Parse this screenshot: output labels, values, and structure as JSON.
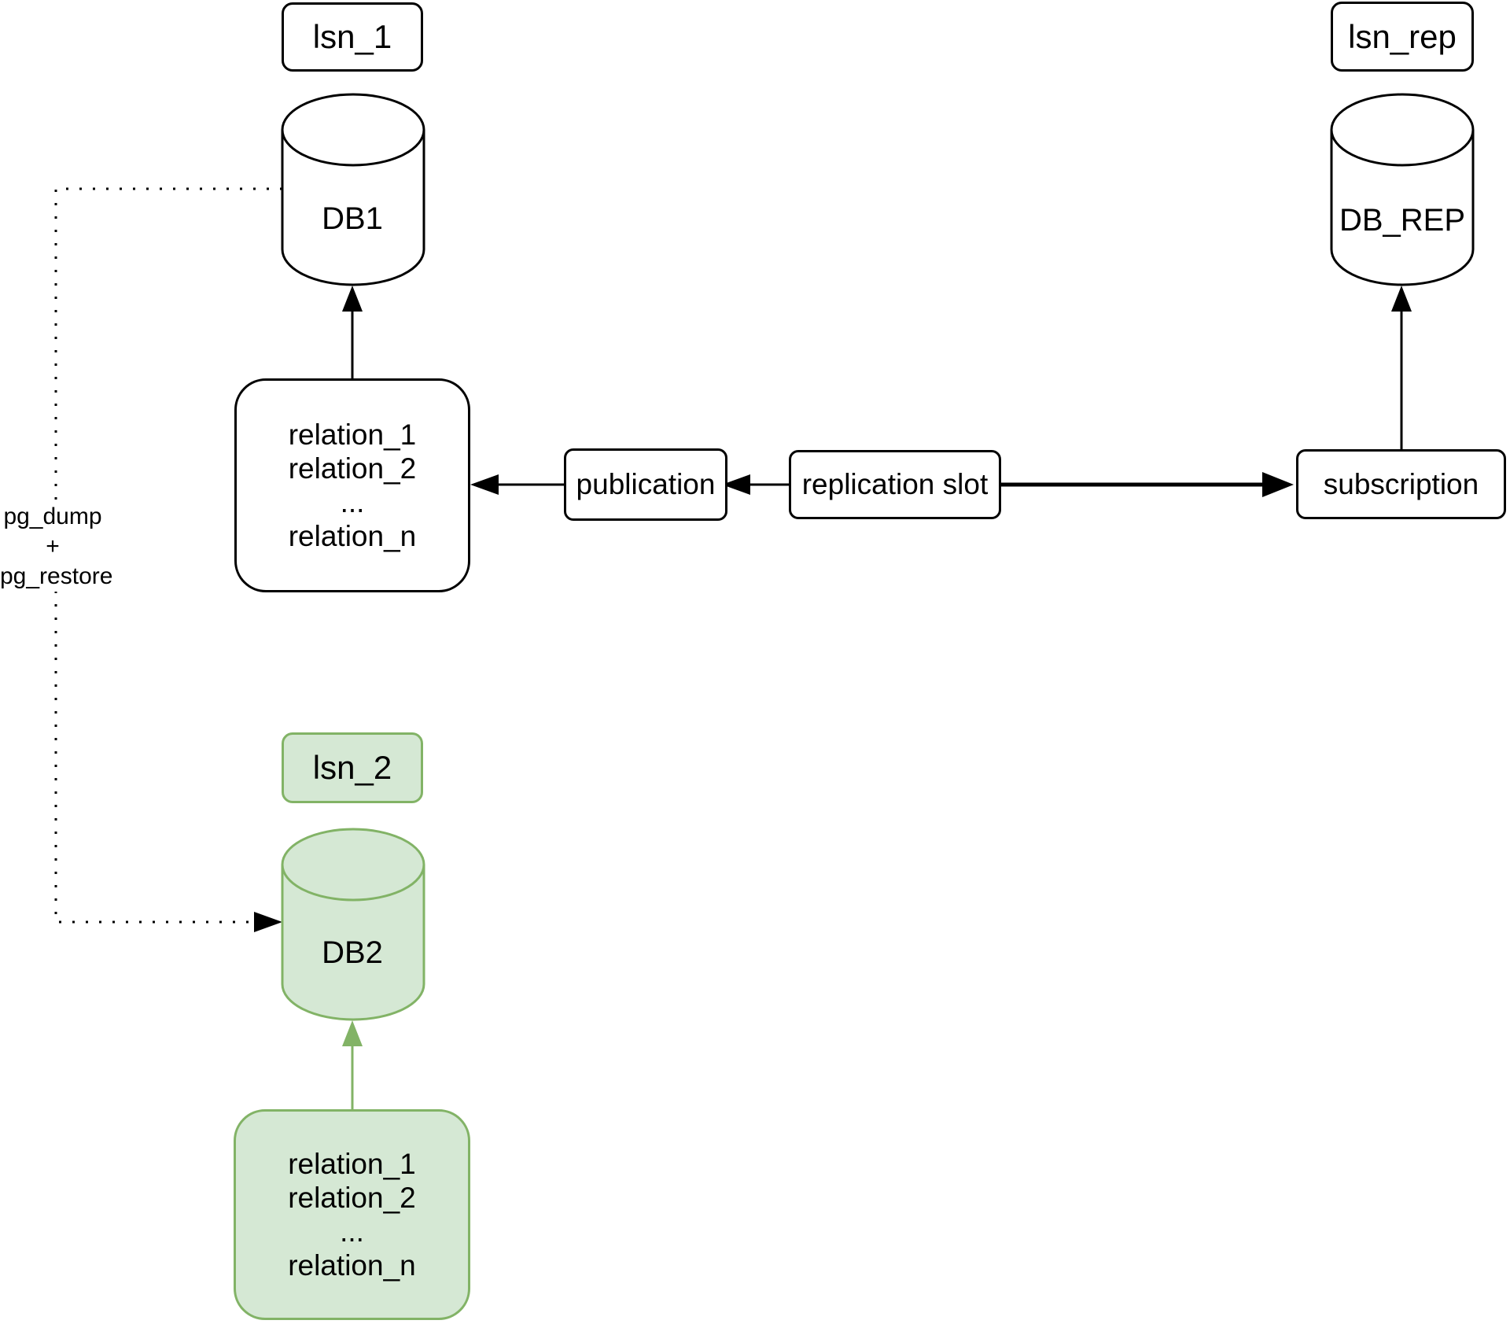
{
  "source_db": {
    "lsn_label": "lsn_1",
    "db_label": "DB1",
    "relations": [
      "relation_1",
      "relation_2",
      "...",
      "relation_n"
    ]
  },
  "copy_db": {
    "lsn_label": "lsn_2",
    "db_label": "DB2",
    "relations": [
      "relation_1",
      "relation_2",
      "...",
      "relation_n"
    ]
  },
  "replica_db": {
    "lsn_label": "lsn_rep",
    "db_label": "DB_REP"
  },
  "flow": {
    "publication_label": "publication",
    "replication_slot_label": "replication slot",
    "subscription_label": "subscription"
  },
  "annotation": {
    "lines": [
      "pg_dump",
      "+",
      "pg_restore"
    ]
  },
  "colors": {
    "box_fill": "#ffffff",
    "box_stroke": "#000000",
    "green_fill": "#d5e8d4",
    "green_stroke": "#82b366",
    "arrow_black": "#000000",
    "text": "#000000"
  }
}
